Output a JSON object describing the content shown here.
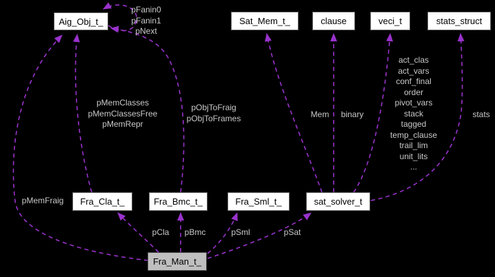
{
  "diagram": {
    "type": "collaboration-graph",
    "background_color": "#000000",
    "edge_color": "#9932CC",
    "edge_label_color": "#c9c9c9",
    "node_fill_color": "#ffffff",
    "focus_node_fill_color": "#bfbfbf",
    "nodes": [
      {
        "id": "aig_obj",
        "label": "Aig_Obj_t_"
      },
      {
        "id": "sat_mem",
        "label": "Sat_Mem_t_"
      },
      {
        "id": "clause",
        "label": "clause"
      },
      {
        "id": "veci_t",
        "label": "veci_t"
      },
      {
        "id": "stats_struct",
        "label": "stats_struct"
      },
      {
        "id": "fra_cla",
        "label": "Fra_Cla_t_"
      },
      {
        "id": "fra_bmc",
        "label": "Fra_Bmc_t_"
      },
      {
        "id": "fra_sml",
        "label": "Fra_Sml_t_"
      },
      {
        "id": "sat_solver",
        "label": "sat_solver_t"
      },
      {
        "id": "fra_man",
        "label": "Fra_Man_t_",
        "focus": true
      }
    ],
    "edges": [
      {
        "from": "aig_obj",
        "to": "aig_obj",
        "labels": [
          "pFanin0",
          "pFanin1",
          "pNext"
        ]
      },
      {
        "from": "fra_cla",
        "to": "aig_obj",
        "labels": [
          "pMemClasses",
          "pMemClassesFree",
          "pMemRepr"
        ]
      },
      {
        "from": "fra_bmc",
        "to": "aig_obj",
        "labels": [
          "pObjToFraig",
          "pObjToFrames"
        ]
      },
      {
        "from": "fra_man",
        "to": "aig_obj",
        "labels": [
          "pMemFraig"
        ]
      },
      {
        "from": "sat_solver",
        "to": "sat_mem",
        "labels": [
          "Mem"
        ]
      },
      {
        "from": "sat_solver",
        "to": "clause",
        "labels": [
          "binary"
        ]
      },
      {
        "from": "sat_solver",
        "to": "veci_t",
        "labels": [
          "act_clas",
          "act_vars",
          "conf_final",
          "order",
          "pivot_vars",
          "stack",
          "tagged",
          "temp_clause",
          "trail_lim",
          "unit_lits",
          "..."
        ]
      },
      {
        "from": "sat_solver",
        "to": "stats_struct",
        "labels": [
          "stats"
        ]
      },
      {
        "from": "fra_man",
        "to": "fra_cla",
        "labels": [
          "pCla"
        ]
      },
      {
        "from": "fra_man",
        "to": "fra_bmc",
        "labels": [
          "pBmc"
        ]
      },
      {
        "from": "fra_man",
        "to": "fra_sml",
        "labels": [
          "pSml"
        ]
      },
      {
        "from": "fra_man",
        "to": "sat_solver",
        "labels": [
          "pSat"
        ]
      }
    ]
  }
}
